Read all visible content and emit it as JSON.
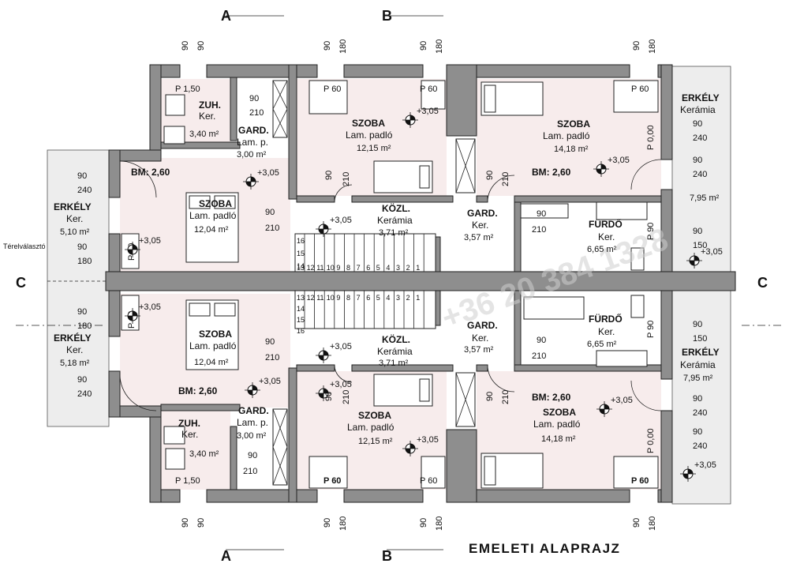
{
  "title": "EMELETI ALAPRAJZ",
  "axes": {
    "a": "A",
    "b": "B",
    "c": "C"
  },
  "watermark": "+36 20 384 1328",
  "upper": {
    "zuh_name": "ZUH.",
    "zuh_surface": "Ker.",
    "zuh_area": "3,40 m²",
    "gard1_name": "GARD.",
    "gard1_surface": "Lam. p.",
    "gard1_area": "3,00 m²",
    "szoba1_name": "SZOBA",
    "szoba1_surface": "Lam. padló",
    "szoba1_area": "12,15 m²",
    "szoba2_name": "SZOBA",
    "szoba2_surface": "Lam. padló",
    "szoba2_area": "14,18 m²",
    "erkely_r_name": "ERKÉLY",
    "erkely_r_surface": "Kerámia",
    "erkely_r_area": "7,95 m²",
    "bm_left": "BM: 2,60",
    "bm_right": "BM: 2,60",
    "erkely_l_name": "ERKÉLY",
    "erkely_l_surface": "Ker.",
    "erkely_l_area": "5,10 m²",
    "szoba3_name": "SZOBA",
    "szoba3_surface": "Lam. padló",
    "szoba3_area": "12,04 m²",
    "kozl_name": "KÖZL.",
    "kozl_surface": "Kerámia",
    "kozl_area": "3,71 m²",
    "gard2_name": "GARD.",
    "gard2_surface": "Ker.",
    "gard2_area": "3,57 m²",
    "furdo_name": "FÜRDŐ",
    "furdo_surface": "Ker.",
    "furdo_area": "6,65 m²",
    "p150": "P 1,50",
    "p60": "P 60",
    "p0": "P 0,00",
    "p90": "P 90"
  },
  "lower": {
    "erkely_l_name": "ERKÉLY",
    "erkely_l_surface": "Ker.",
    "erkely_l_area": "5,18 m²",
    "szoba3_name": "SZOBA",
    "szoba3_surface": "Lam. padló",
    "szoba3_area": "12,04 m²",
    "kozl_name": "KÖZL.",
    "kozl_surface": "Kerámia",
    "kozl_area": "3,71 m²",
    "gard2_name": "GARD.",
    "gard2_surface": "Ker.",
    "gard2_area": "3,57 m²",
    "furdo_name": "FÜRDŐ",
    "furdo_surface": "Ker.",
    "furdo_area": "6,65 m²",
    "erkely_r_name": "ERKÉLY",
    "erkely_r_surface": "Kerámia",
    "erkely_r_area": "7,95 m²",
    "bm_left": "BM: 2,60",
    "bm_right": "BM: 2,60",
    "zuh_name": "ZUH.",
    "zuh_surface": "Ker.",
    "zuh_area": "3,40 m²",
    "gard1_name": "GARD.",
    "gard1_surface": "Lam. p.",
    "gard1_area": "3,00 m²",
    "szoba1_name": "SZOBA",
    "szoba1_surface": "Lam. padló",
    "szoba1_area": "12,15 m²",
    "szoba2_name": "SZOBA",
    "szoba2_surface": "Lam. padló",
    "szoba2_area": "14,18 m²",
    "p150": "P 1,50",
    "p60": "P 60",
    "p0": "P 0,00",
    "p90": "P 90"
  },
  "terel": "Térelválasztó",
  "level": "+3,05",
  "dims": {
    "d90": "90",
    "d180": "180",
    "d210": "210",
    "d240": "240",
    "d150": "150"
  },
  "stairs_upper": [
    "16",
    "15",
    "14",
    "13",
    "12",
    "11",
    "10",
    "9",
    "8",
    "7",
    "6",
    "5",
    "4",
    "3",
    "2",
    "1"
  ],
  "stairs_lower": [
    "13",
    "12",
    "11",
    "10",
    "9",
    "8",
    "7",
    "6",
    "5",
    "4",
    "3",
    "2",
    "1",
    "14",
    "15",
    "16"
  ]
}
